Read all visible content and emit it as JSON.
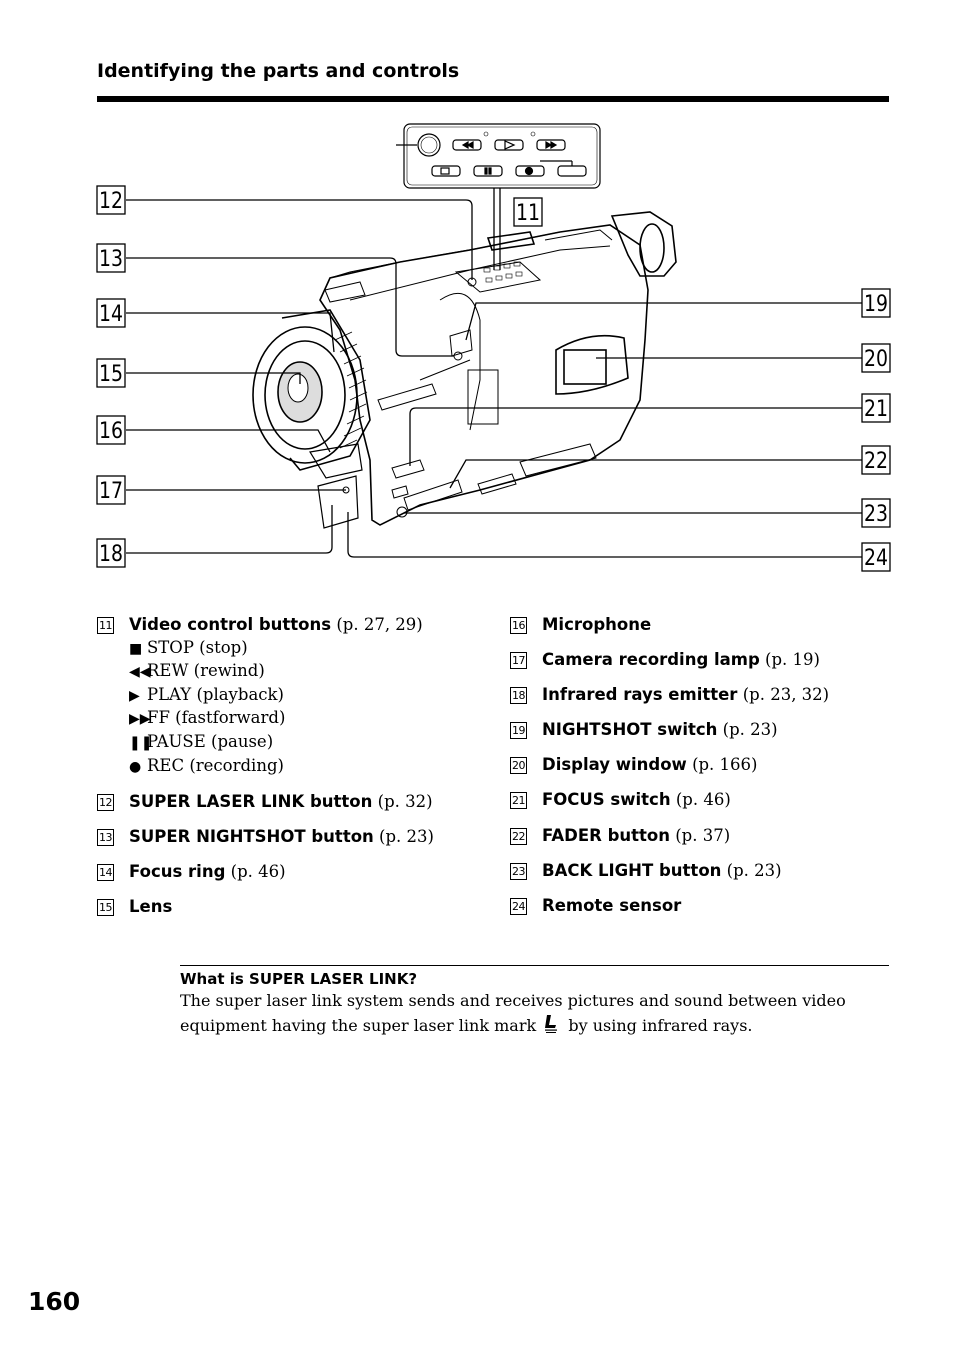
{
  "header": {
    "title": "Identifying the parts and controls"
  },
  "figure": {
    "callouts_left": [
      "12",
      "13",
      "14",
      "15",
      "16",
      "17",
      "18"
    ],
    "callout_top": "11",
    "callouts_right": [
      "19",
      "20",
      "21",
      "22",
      "23",
      "24"
    ]
  },
  "items_left": [
    {
      "num": "11",
      "label": "Video control buttons",
      "page": "(p. 27, 29)",
      "sub": [
        {
          "sym": "■",
          "text": "STOP (stop)"
        },
        {
          "sym": "◀◀",
          "text": "REW (rewind)"
        },
        {
          "sym": "▶",
          "text": "PLAY (playback)"
        },
        {
          "sym": "▶▶",
          "text": "FF (fastforward)"
        },
        {
          "sym": "❚❚",
          "text": "PAUSE (pause)"
        },
        {
          "sym": "●",
          "text": "REC (recording)"
        }
      ]
    },
    {
      "num": "12",
      "label": "SUPER LASER LINK button",
      "page": "(p. 32)"
    },
    {
      "num": "13",
      "label": "SUPER NIGHTSHOT button",
      "page": "(p. 23)"
    },
    {
      "num": "14",
      "label": "Focus ring",
      "page": "(p. 46)"
    },
    {
      "num": "15",
      "label": "Lens",
      "page": ""
    }
  ],
  "items_right": [
    {
      "num": "16",
      "label": "Microphone",
      "page": ""
    },
    {
      "num": "17",
      "label": "Camera recording lamp",
      "page": "(p. 19)"
    },
    {
      "num": "18",
      "label": "Infrared rays emitter",
      "page": "(p. 23, 32)"
    },
    {
      "num": "19",
      "label": "NIGHTSHOT switch",
      "page": "(p. 23)"
    },
    {
      "num": "20",
      "label": "Display window",
      "page": "(p. 166)"
    },
    {
      "num": "21",
      "label": "FOCUS switch",
      "page": "(p. 46)"
    },
    {
      "num": "22",
      "label": "FADER button",
      "page": "(p. 37)"
    },
    {
      "num": "23",
      "label": "BACK LIGHT button",
      "page": "(p. 23)"
    },
    {
      "num": "24",
      "label": "Remote sensor",
      "page": ""
    }
  ],
  "note": {
    "title": "What is SUPER LASER LINK?",
    "body_before": "The super laser link system sends and receives pictures and sound between video equipment having the super laser link mark",
    "body_after": "by using infrared rays."
  },
  "footer": {
    "page_number": "160"
  }
}
